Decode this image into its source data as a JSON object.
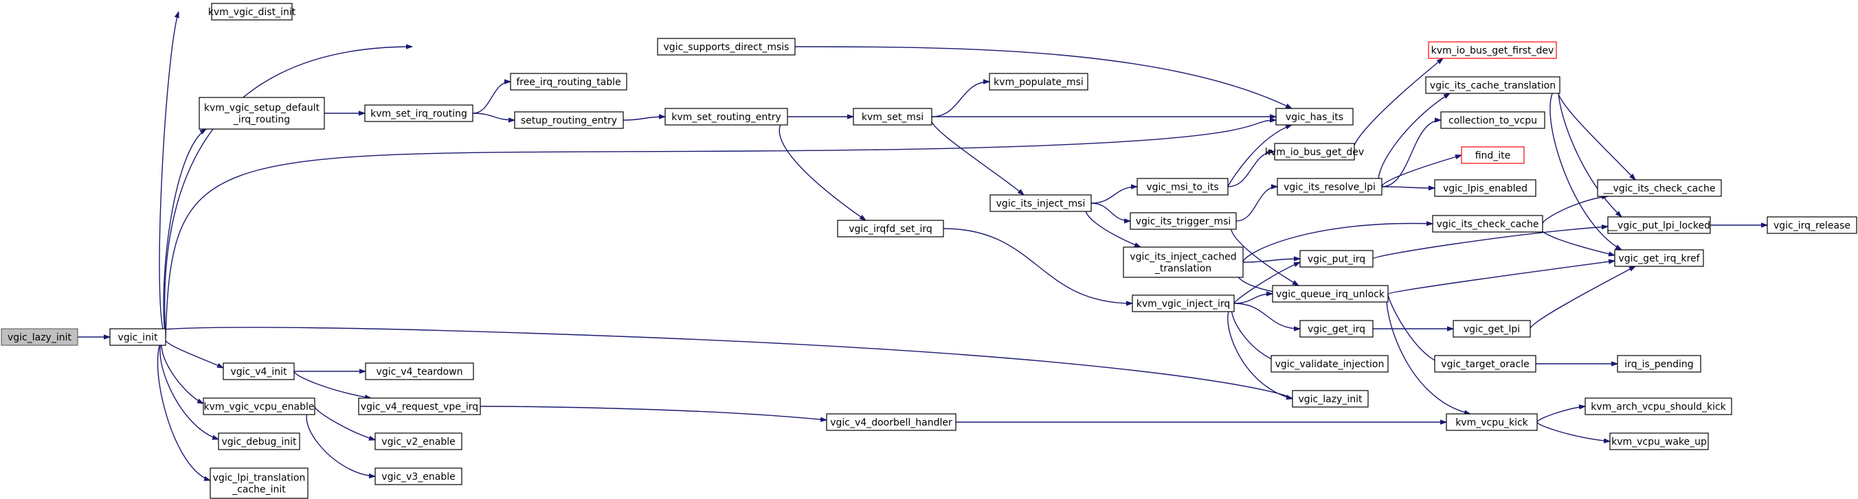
{
  "graph": {
    "edge_color": "#191970",
    "root_fill": "#bfbfbf",
    "missing_border_color": "#ff0000",
    "nodes": [
      {
        "id": "vgic_lazy_init_root",
        "label": [
          "vgic_lazy_init"
        ],
        "style": "root"
      },
      {
        "id": "vgic_init",
        "label": [
          "vgic_init"
        ]
      },
      {
        "id": "kvm_vgic_dist_init",
        "label": [
          "kvm_vgic_dist_init"
        ]
      },
      {
        "id": "vgic_supports_direct_msis",
        "label": [
          "vgic_supports_direct_msis"
        ]
      },
      {
        "id": "kvm_vgic_setup_default_irq_routing",
        "label": [
          "kvm_vgic_setup_default",
          "_irq_routing"
        ]
      },
      {
        "id": "kvm_set_irq_routing",
        "label": [
          "kvm_set_irq_routing"
        ]
      },
      {
        "id": "free_irq_routing_table",
        "label": [
          "free_irq_routing_table"
        ]
      },
      {
        "id": "setup_routing_entry",
        "label": [
          "setup_routing_entry"
        ]
      },
      {
        "id": "kvm_set_routing_entry",
        "label": [
          "kvm_set_routing_entry"
        ]
      },
      {
        "id": "kvm_populate_msi",
        "label": [
          "kvm_populate_msi"
        ]
      },
      {
        "id": "kvm_set_msi",
        "label": [
          "kvm_set_msi"
        ]
      },
      {
        "id": "vgic_has_its",
        "label": [
          "vgic_has_its"
        ]
      },
      {
        "id": "kvm_io_bus_get_first_dev",
        "label": [
          "kvm_io_bus_get_first_dev"
        ],
        "style": "missing"
      },
      {
        "id": "vgic_its_cache_translation",
        "label": [
          "vgic_its_cache_translation"
        ]
      },
      {
        "id": "collection_to_vcpu",
        "label": [
          "collection_to_vcpu"
        ]
      },
      {
        "id": "kvm_io_bus_get_dev",
        "label": [
          "kvm_io_bus_get_dev"
        ]
      },
      {
        "id": "find_ite",
        "label": [
          "find_ite"
        ],
        "style": "missing"
      },
      {
        "id": "vgic_msi_to_its",
        "label": [
          "vgic_msi_to_its"
        ]
      },
      {
        "id": "vgic_its_resolve_lpi",
        "label": [
          "vgic_its_resolve_lpi"
        ]
      },
      {
        "id": "vgic_lpis_enabled",
        "label": [
          "vgic_lpis_enabled"
        ]
      },
      {
        "id": "vgic_its_check_cache_inner",
        "label": [
          "__vgic_its_check_cache"
        ]
      },
      {
        "id": "vgic_its_inject_msi",
        "label": [
          "vgic_its_inject_msi"
        ]
      },
      {
        "id": "vgic_its_trigger_msi",
        "label": [
          "vgic_its_trigger_msi"
        ]
      },
      {
        "id": "vgic_its_check_cache",
        "label": [
          "vgic_its_check_cache"
        ]
      },
      {
        "id": "vgic_put_lpi_locked",
        "label": [
          "__vgic_put_lpi_locked"
        ]
      },
      {
        "id": "vgic_irq_release",
        "label": [
          "vgic_irq_release"
        ]
      },
      {
        "id": "vgic_irqfd_set_irq",
        "label": [
          "vgic_irqfd_set_irq"
        ]
      },
      {
        "id": "vgic_its_inject_cached_translation",
        "label": [
          "vgic_its_inject_cached",
          "_translation"
        ]
      },
      {
        "id": "vgic_put_irq",
        "label": [
          "vgic_put_irq"
        ]
      },
      {
        "id": "vgic_get_irq_kref",
        "label": [
          "vgic_get_irq_kref"
        ]
      },
      {
        "id": "vgic_queue_irq_unlock",
        "label": [
          "vgic_queue_irq_unlock"
        ]
      },
      {
        "id": "kvm_vgic_inject_irq",
        "label": [
          "kvm_vgic_inject_irq"
        ]
      },
      {
        "id": "vgic_get_irq",
        "label": [
          "vgic_get_irq"
        ]
      },
      {
        "id": "vgic_get_lpi",
        "label": [
          "vgic_get_lpi"
        ]
      },
      {
        "id": "vgic_validate_injection",
        "label": [
          "vgic_validate_injection"
        ]
      },
      {
        "id": "vgic_target_oracle",
        "label": [
          "vgic_target_oracle"
        ]
      },
      {
        "id": "irq_is_pending",
        "label": [
          "irq_is_pending"
        ]
      },
      {
        "id": "vgic_lazy_init",
        "label": [
          "vgic_lazy_init"
        ]
      },
      {
        "id": "vgic_v4_init",
        "label": [
          "vgic_v4_init"
        ]
      },
      {
        "id": "vgic_v4_teardown",
        "label": [
          "vgic_v4_teardown"
        ]
      },
      {
        "id": "vgic_v4_request_vpe_irq",
        "label": [
          "vgic_v4_request_vpe_irq"
        ]
      },
      {
        "id": "kvm_vgic_vcpu_enable",
        "label": [
          "kvm_vgic_vcpu_enable"
        ]
      },
      {
        "id": "vgic_v4_doorbell_handler",
        "label": [
          "vgic_v4_doorbell_handler"
        ]
      },
      {
        "id": "kvm_vcpu_kick",
        "label": [
          "kvm_vcpu_kick"
        ]
      },
      {
        "id": "kvm_arch_vcpu_should_kick",
        "label": [
          "kvm_arch_vcpu_should_kick"
        ]
      },
      {
        "id": "kvm_vcpu_wake_up",
        "label": [
          "kvm_vcpu_wake_up"
        ]
      },
      {
        "id": "vgic_v2_enable",
        "label": [
          "vgic_v2_enable"
        ]
      },
      {
        "id": "vgic_v3_enable",
        "label": [
          "vgic_v3_enable"
        ]
      },
      {
        "id": "vgic_debug_init",
        "label": [
          "vgic_debug_init"
        ]
      },
      {
        "id": "vgic_lpi_translation_cache_init",
        "label": [
          "vgic_lpi_translation",
          "_cache_init"
        ]
      }
    ],
    "edges": [
      [
        "vgic_lazy_init_root",
        "vgic_init"
      ],
      [
        "vgic_init",
        "kvm_vgic_dist_init"
      ],
      [
        "vgic_init",
        "vgic_supports_direct_msis"
      ],
      [
        "vgic_init",
        "kvm_vgic_setup_default_irq_routing"
      ],
      [
        "vgic_init",
        "vgic_has_its"
      ],
      [
        "vgic_init",
        "vgic_v4_init"
      ],
      [
        "vgic_init",
        "kvm_vgic_vcpu_enable"
      ],
      [
        "vgic_init",
        "vgic_debug_init"
      ],
      [
        "vgic_init",
        "vgic_lpi_translation_cache_init"
      ],
      [
        "vgic_supports_direct_msis",
        "vgic_has_its"
      ],
      [
        "kvm_vgic_setup_default_irq_routing",
        "kvm_set_irq_routing"
      ],
      [
        "kvm_set_irq_routing",
        "free_irq_routing_table"
      ],
      [
        "kvm_set_irq_routing",
        "setup_routing_entry"
      ],
      [
        "setup_routing_entry",
        "kvm_set_routing_entry"
      ],
      [
        "kvm_set_routing_entry",
        "kvm_set_msi"
      ],
      [
        "kvm_set_routing_entry",
        "vgic_irqfd_set_irq"
      ],
      [
        "kvm_set_msi",
        "kvm_populate_msi"
      ],
      [
        "kvm_set_msi",
        "vgic_has_its"
      ],
      [
        "kvm_set_msi",
        "vgic_its_inject_msi"
      ],
      [
        "vgic_its_inject_msi",
        "vgic_msi_to_its"
      ],
      [
        "vgic_its_inject_msi",
        "vgic_its_trigger_msi"
      ],
      [
        "vgic_its_inject_msi",
        "vgic_its_inject_cached_translation"
      ],
      [
        "vgic_msi_to_its",
        "vgic_has_its"
      ],
      [
        "vgic_msi_to_its",
        "kvm_io_bus_get_dev"
      ],
      [
        "kvm_io_bus_get_dev",
        "kvm_io_bus_get_first_dev"
      ],
      [
        "vgic_its_trigger_msi",
        "vgic_its_resolve_lpi"
      ],
      [
        "vgic_its_trigger_msi",
        "vgic_queue_irq_unlock"
      ],
      [
        "vgic_its_resolve_lpi",
        "vgic_its_cache_translation"
      ],
      [
        "vgic_its_resolve_lpi",
        "collection_to_vcpu"
      ],
      [
        "vgic_its_resolve_lpi",
        "find_ite"
      ],
      [
        "vgic_its_resolve_lpi",
        "vgic_lpis_enabled"
      ],
      [
        "vgic_its_cache_translation",
        "vgic_its_check_cache_inner"
      ],
      [
        "vgic_its_cache_translation",
        "vgic_put_lpi_locked"
      ],
      [
        "vgic_its_cache_translation",
        "vgic_get_irq_kref"
      ],
      [
        "vgic_its_inject_cached_translation",
        "vgic_its_check_cache"
      ],
      [
        "vgic_its_inject_cached_translation",
        "vgic_put_irq"
      ],
      [
        "vgic_its_inject_cached_translation",
        "vgic_queue_irq_unlock"
      ],
      [
        "vgic_its_check_cache",
        "vgic_its_check_cache_inner"
      ],
      [
        "vgic_its_check_cache",
        "vgic_get_irq_kref"
      ],
      [
        "vgic_put_lpi_locked",
        "vgic_irq_release"
      ],
      [
        "vgic_put_irq",
        "vgic_put_lpi_locked"
      ],
      [
        "vgic_irqfd_set_irq",
        "kvm_vgic_inject_irq"
      ],
      [
        "kvm_vgic_inject_irq",
        "vgic_put_irq"
      ],
      [
        "kvm_vgic_inject_irq",
        "vgic_queue_irq_unlock"
      ],
      [
        "kvm_vgic_inject_irq",
        "vgic_get_irq"
      ],
      [
        "kvm_vgic_inject_irq",
        "vgic_validate_injection"
      ],
      [
        "kvm_vgic_inject_irq",
        "vgic_lazy_init"
      ],
      [
        "vgic_queue_irq_unlock",
        "vgic_get_irq_kref"
      ],
      [
        "vgic_queue_irq_unlock",
        "vgic_target_oracle"
      ],
      [
        "vgic_queue_irq_unlock",
        "kvm_vcpu_kick"
      ],
      [
        "vgic_get_irq",
        "vgic_get_lpi"
      ],
      [
        "vgic_get_lpi",
        "vgic_get_irq_kref"
      ],
      [
        "vgic_target_oracle",
        "irq_is_pending"
      ],
      [
        "vgic_lazy_init",
        "vgic_init"
      ],
      [
        "vgic_v4_init",
        "vgic_v4_teardown"
      ],
      [
        "vgic_v4_init",
        "vgic_v4_request_vpe_irq"
      ],
      [
        "vgic_v4_request_vpe_irq",
        "vgic_v4_doorbell_handler"
      ],
      [
        "vgic_v4_doorbell_handler",
        "kvm_vcpu_kick"
      ],
      [
        "kvm_vcpu_kick",
        "kvm_arch_vcpu_should_kick"
      ],
      [
        "kvm_vcpu_kick",
        "kvm_vcpu_wake_up"
      ],
      [
        "kvm_vgic_vcpu_enable",
        "vgic_v2_enable"
      ],
      [
        "kvm_vgic_vcpu_enable",
        "vgic_v3_enable"
      ]
    ]
  }
}
